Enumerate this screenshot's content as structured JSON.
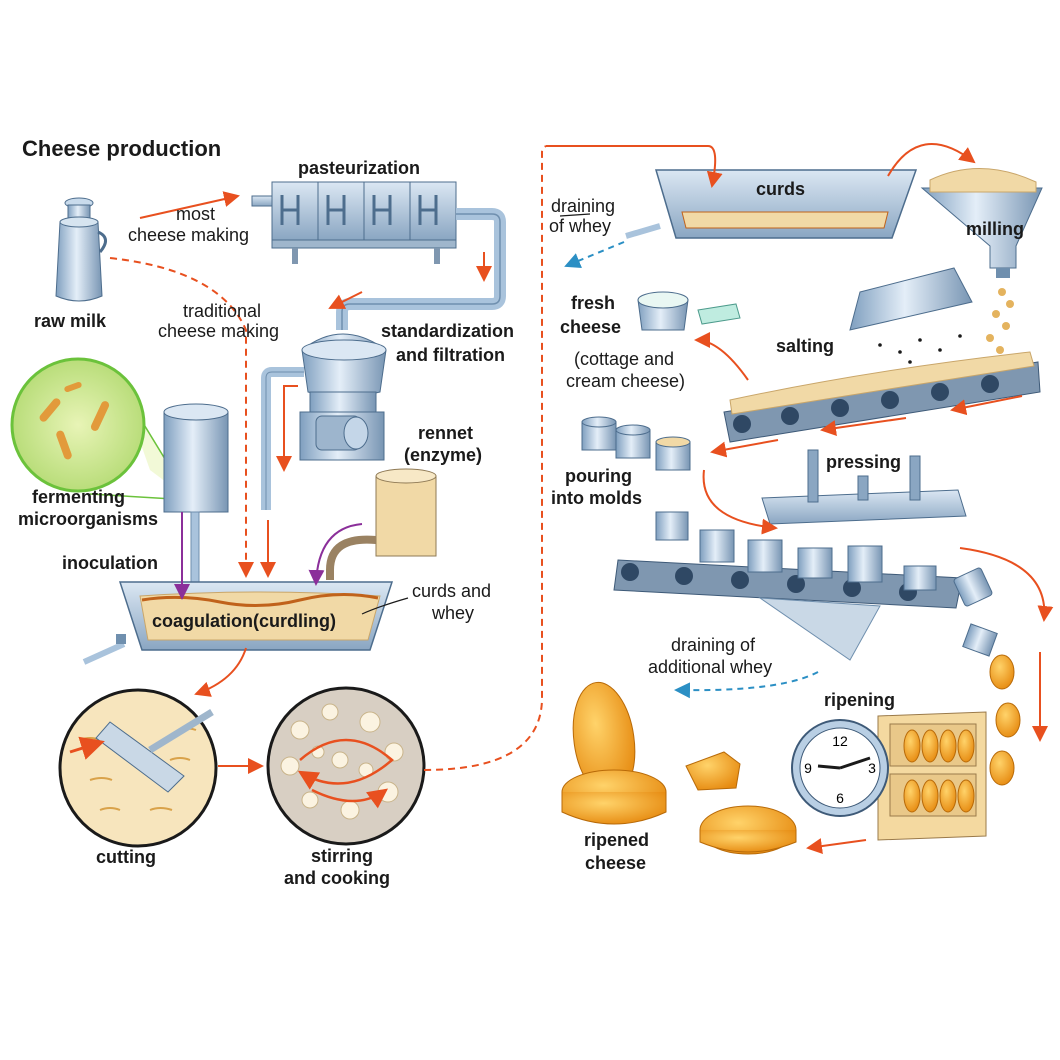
{
  "title": "Cheese production",
  "labels": {
    "raw_milk": "raw milk",
    "most": "most",
    "cheese_making": "cheese making",
    "pasteurization": "pasteurization",
    "traditional": "traditional",
    "traditional_cheese_making": "cheese making",
    "standardization": "standardization",
    "and_filtration": "and filtration",
    "fermenting": "fermenting",
    "microorganisms": "microorganisms",
    "rennet": "rennet",
    "enzyme": "(enzyme)",
    "inoculation": "inoculation",
    "coagulation": "coagulation(curdling)",
    "curds_and": "curds and",
    "whey": "whey",
    "cutting": "cutting",
    "stirring": "stirring",
    "and_cooking": "and cooking",
    "draining_of": "draining",
    "of_whey": "of whey",
    "curds": "curds",
    "milling": "milling",
    "fresh": "fresh",
    "cheese": "cheese",
    "cottage_and": "(cottage and",
    "cream_cheese": "cream cheese)",
    "salting": "salting",
    "pouring": "pouring",
    "into_molds": "into molds",
    "pressing": "pressing",
    "draining_additional_1": "draining of",
    "draining_additional_2": "additional whey",
    "ripening": "ripening",
    "ripened": "ripened",
    "ripened_cheese": "cheese"
  },
  "clock_numbers": {
    "n12": "12",
    "n3": "3",
    "n6": "6",
    "n9": "9"
  },
  "colors": {
    "steel": "#a9c3dc",
    "steel_dark": "#5f7f9f",
    "curd": "#f1d9a6",
    "cheese": "#f4a92a",
    "arrow": "#e8501f",
    "purple": "#8b2f9a",
    "blue_dash": "#2b8fc4",
    "green": "#6bc23b"
  }
}
